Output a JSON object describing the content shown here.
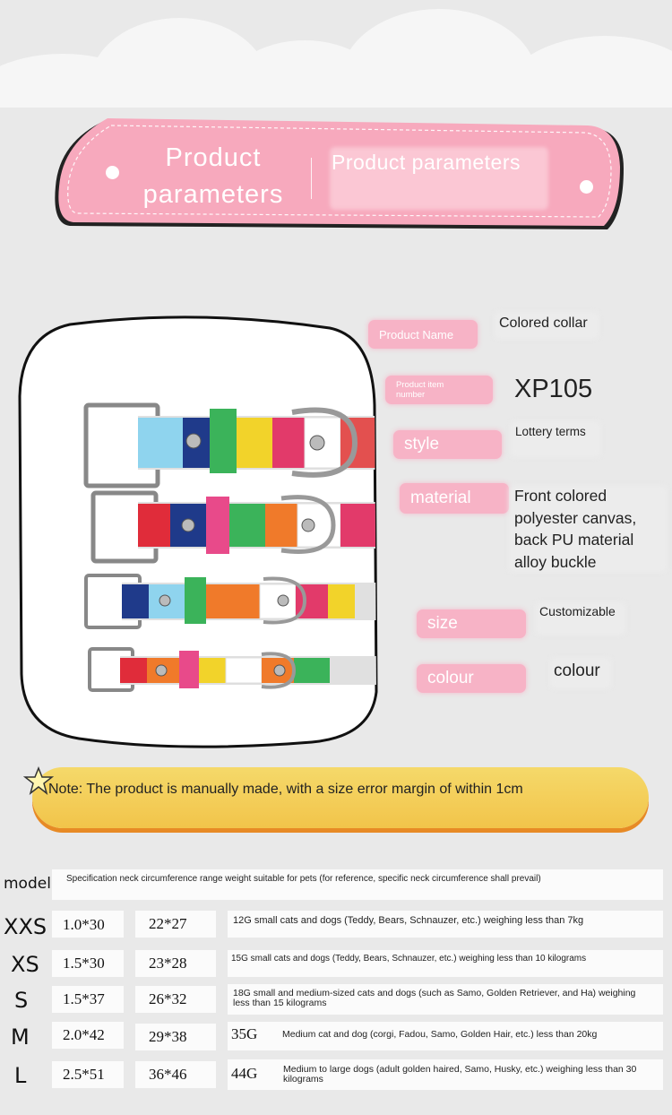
{
  "header": {
    "title_line1": "Product",
    "title_line2": "parameters",
    "subtitle": "Product parameters"
  },
  "params": [
    {
      "label": "Product Name",
      "value": "Colored collar"
    },
    {
      "label_line1": "Product item",
      "label_line2": "number",
      "value": "XP105"
    },
    {
      "label": "style",
      "value": "Lottery terms"
    },
    {
      "label": "material",
      "value_lines": [
        "Front colored",
        "polyester canvas,",
        "back PU material",
        "alloy buckle"
      ]
    },
    {
      "label": "size",
      "value": "Customizable"
    },
    {
      "label": "colour",
      "value": "colour"
    }
  ],
  "note": "Note: The product is manually made, with a size error margin of within 1cm",
  "table": {
    "header_model": "model",
    "header_desc": "Specification neck circumference range weight suitable for pets (for reference, specific neck circumference shall prevail)",
    "rows": [
      {
        "model": "XXS",
        "spec": "1.0*30",
        "range": "22*27",
        "desc": "12G small cats and dogs (Teddy, Bears, Schnauzer, etc.) weighing less than 7kg"
      },
      {
        "model": "XS",
        "spec": "1.5*30",
        "range": "23*28",
        "desc": "15G small cats and dogs (Teddy, Bears, Schnauzer, etc.) weighing less than 10 kilograms"
      },
      {
        "model": "S",
        "spec": "1.5*37",
        "range": "26*32",
        "desc_line1": "18G small and medium-sized cats and dogs (such as Samo, Golden Retriever, and Ha) weighing",
        "desc_line2": "less than 15 kilograms"
      },
      {
        "model": "M",
        "spec": "2.0*42",
        "range": "29*38",
        "weight": "35G",
        "desc": "Medium cat and dog (corgi, Fadou, Samo, Golden Hair, etc.) less than 20kg"
      },
      {
        "model": "L",
        "spec": "2.5*51",
        "range": "36*46",
        "weight": "44G",
        "desc_line1": "Medium to large dogs (adult golden haired, Samo, Husky, etc.) weighing less than 30",
        "desc_line2": "kilograms"
      }
    ]
  },
  "colors": {
    "pink": "#f7a9bd",
    "chip": "#f7b3c6",
    "note_yellow": "#f2c44a",
    "note_shadow": "#e78a25",
    "background": "#e9e9e9"
  },
  "icons": [
    "star-icon",
    "collar-product-image"
  ]
}
